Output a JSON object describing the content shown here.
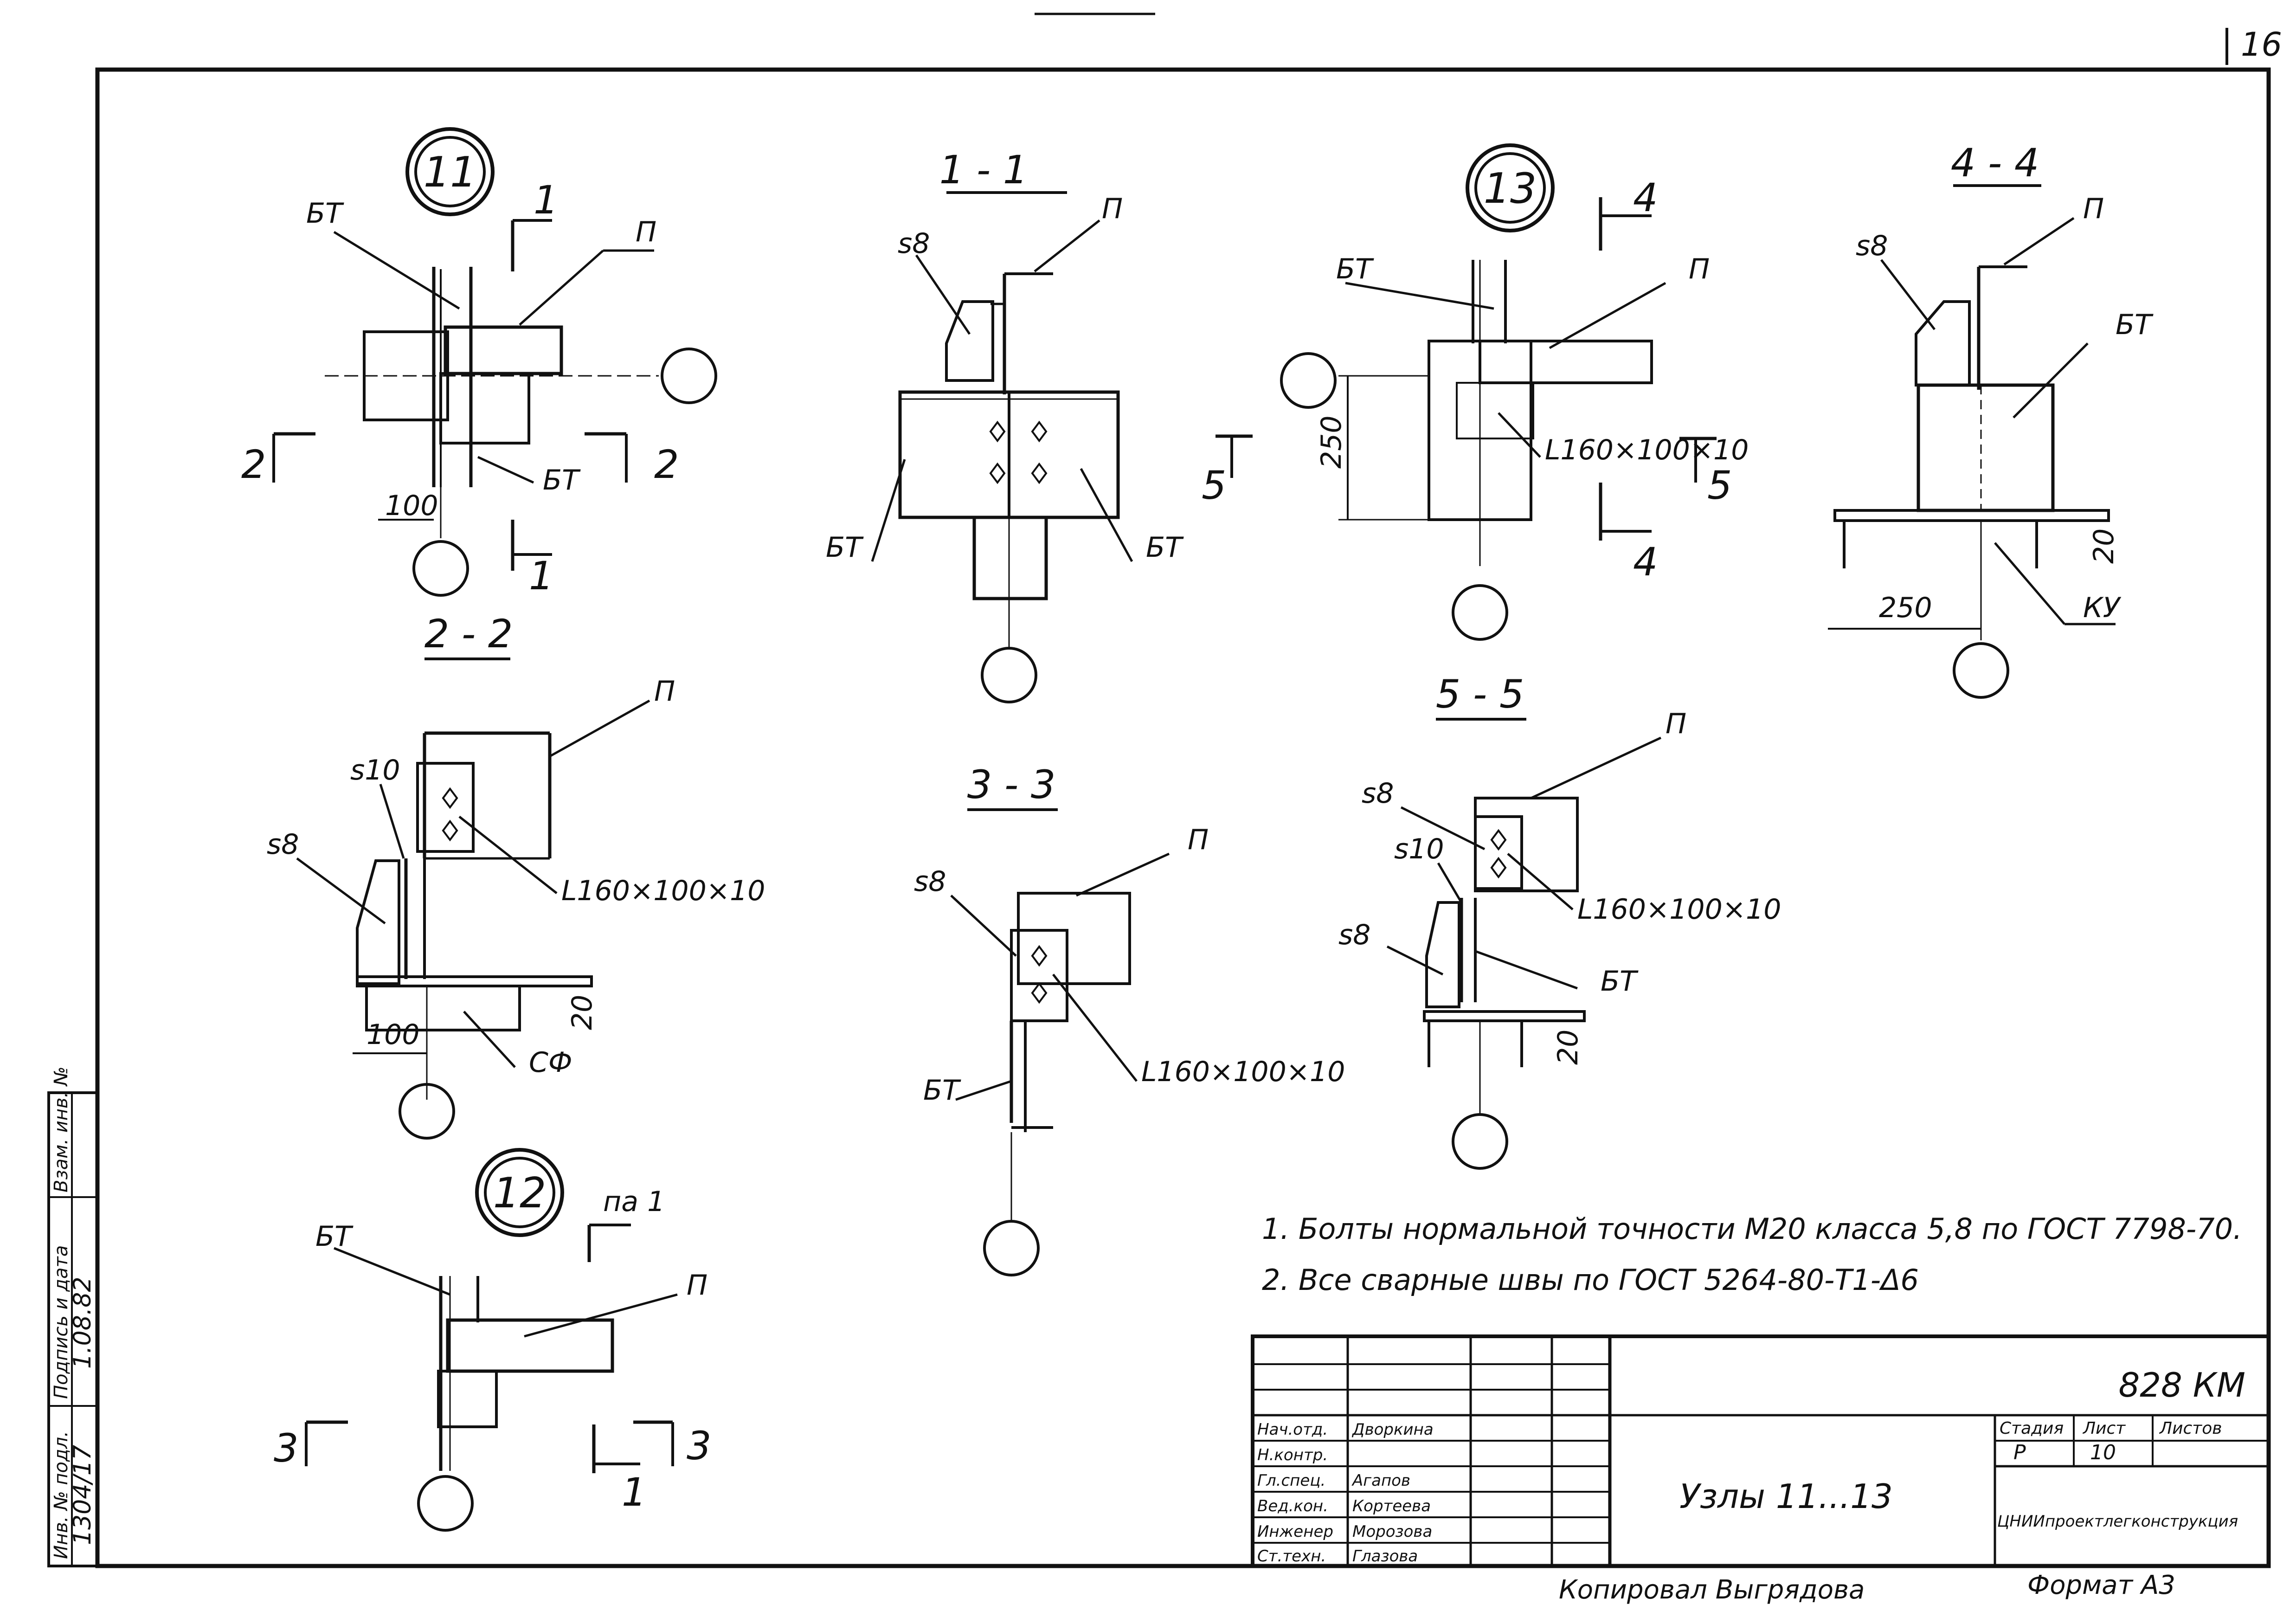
{
  "sheet": {
    "corner": "16",
    "format": "Формат А3",
    "copied_by": "Копировал Выгрядова"
  },
  "nodes": {
    "node11": "11",
    "node12": "12",
    "node13": "13"
  },
  "sections": {
    "s1_1": "1 - 1",
    "s2_2": "2 - 2",
    "s3_3": "3 - 3",
    "s4_4": "4 - 4",
    "s5_5": "5 - 5"
  },
  "labels": {
    "bt": "БТ",
    "p": "П",
    "sf": "СФ",
    "ku": "КУ",
    "s8": "s8",
    "s10": "s10",
    "angle": "L160×100×10",
    "d100": "100",
    "d250": "250",
    "d20": "20",
    "m1": "1",
    "m2": "2",
    "m3": "3",
    "m4": "4",
    "m5": "5",
    "pa1": "па 1"
  },
  "notes": [
    "1. Болты нормальной точности М20 класса 5,8 по ГОСТ 7798-70.",
    "2. Все сварные швы по ГОСТ 5264-80-Т1-Δ6"
  ],
  "title_block": {
    "doc_code": "828 КМ",
    "title": "Узлы 11...13",
    "org": "ЦНИИпроектлегконструкция",
    "stage_header": "Стадия",
    "sheet_header": "Лист",
    "sheets_header": "Листов",
    "stage": "Р",
    "sheet": "10",
    "sheets": "",
    "people": [
      {
        "role": "Нач.отд.",
        "name": "Дворкина",
        "sign": ""
      },
      {
        "role": "Н.контр.",
        "name": "",
        "sign": ""
      },
      {
        "role": "Гл.спец.",
        "name": "Агапов",
        "sign": ""
      },
      {
        "role": "Вед.кон.",
        "name": "Кортеева",
        "sign": ""
      },
      {
        "role": "Инженер",
        "name": "Морозова",
        "sign": ""
      },
      {
        "role": "Ст.техн.",
        "name": "Глазова",
        "sign": ""
      }
    ]
  },
  "side_stamp": {
    "inv": "Инв. № подл.",
    "sign_date": "Подпись и дата",
    "vzam": "Взам. инв. №",
    "inv_value": "1304/17",
    "date_value": "1.08.82"
  }
}
